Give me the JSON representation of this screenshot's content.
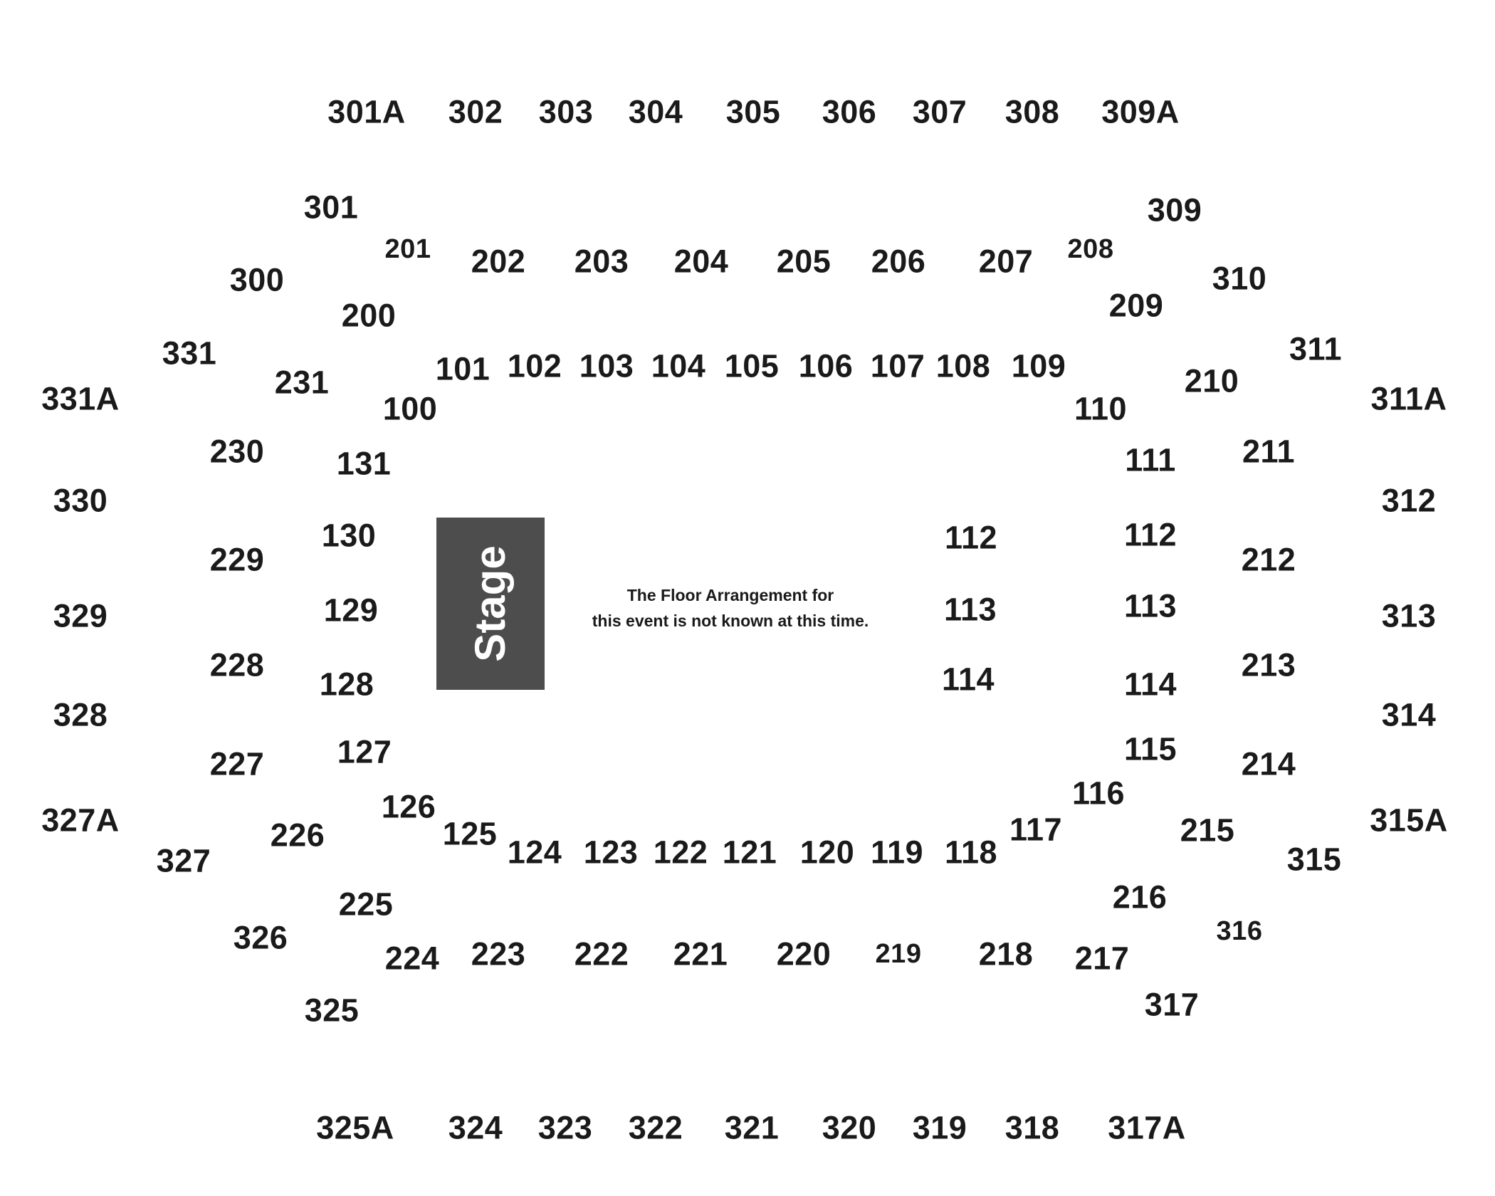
{
  "stage_label": "Stage",
  "floor_note": {
    "line1": "The Floor Arrangement for",
    "line2": "this event is not known at this time."
  },
  "sections": [
    "301A",
    "302",
    "303",
    "304",
    "305",
    "306",
    "307",
    "308",
    "309A",
    "301",
    "309",
    "201",
    "202",
    "203",
    "204",
    "205",
    "206",
    "207",
    "208",
    "300",
    "310",
    "200",
    "209",
    "331",
    "311",
    "231",
    "101",
    "102",
    "103",
    "104",
    "105",
    "106",
    "107",
    "108",
    "109",
    "210",
    "331A",
    "311A",
    "100",
    "110",
    "230",
    "211",
    "131",
    "111",
    "330",
    "312",
    "112",
    "112",
    "130",
    "229",
    "212",
    "129",
    "113",
    "113",
    "329",
    "313",
    "128",
    "114",
    "114",
    "228",
    "213",
    "328",
    "314",
    "127",
    "115",
    "227",
    "214",
    "126",
    "116",
    "327A",
    "315A",
    "125",
    "117",
    "226",
    "215",
    "124",
    "123",
    "122",
    "121",
    "120",
    "119",
    "118",
    "327",
    "315",
    "225",
    "216",
    "326",
    "316",
    "224",
    "223",
    "222",
    "221",
    "220",
    "219",
    "218",
    "217",
    "325",
    "317",
    "325A",
    "324",
    "323",
    "322",
    "321",
    "320",
    "319",
    "318",
    "317A"
  ]
}
